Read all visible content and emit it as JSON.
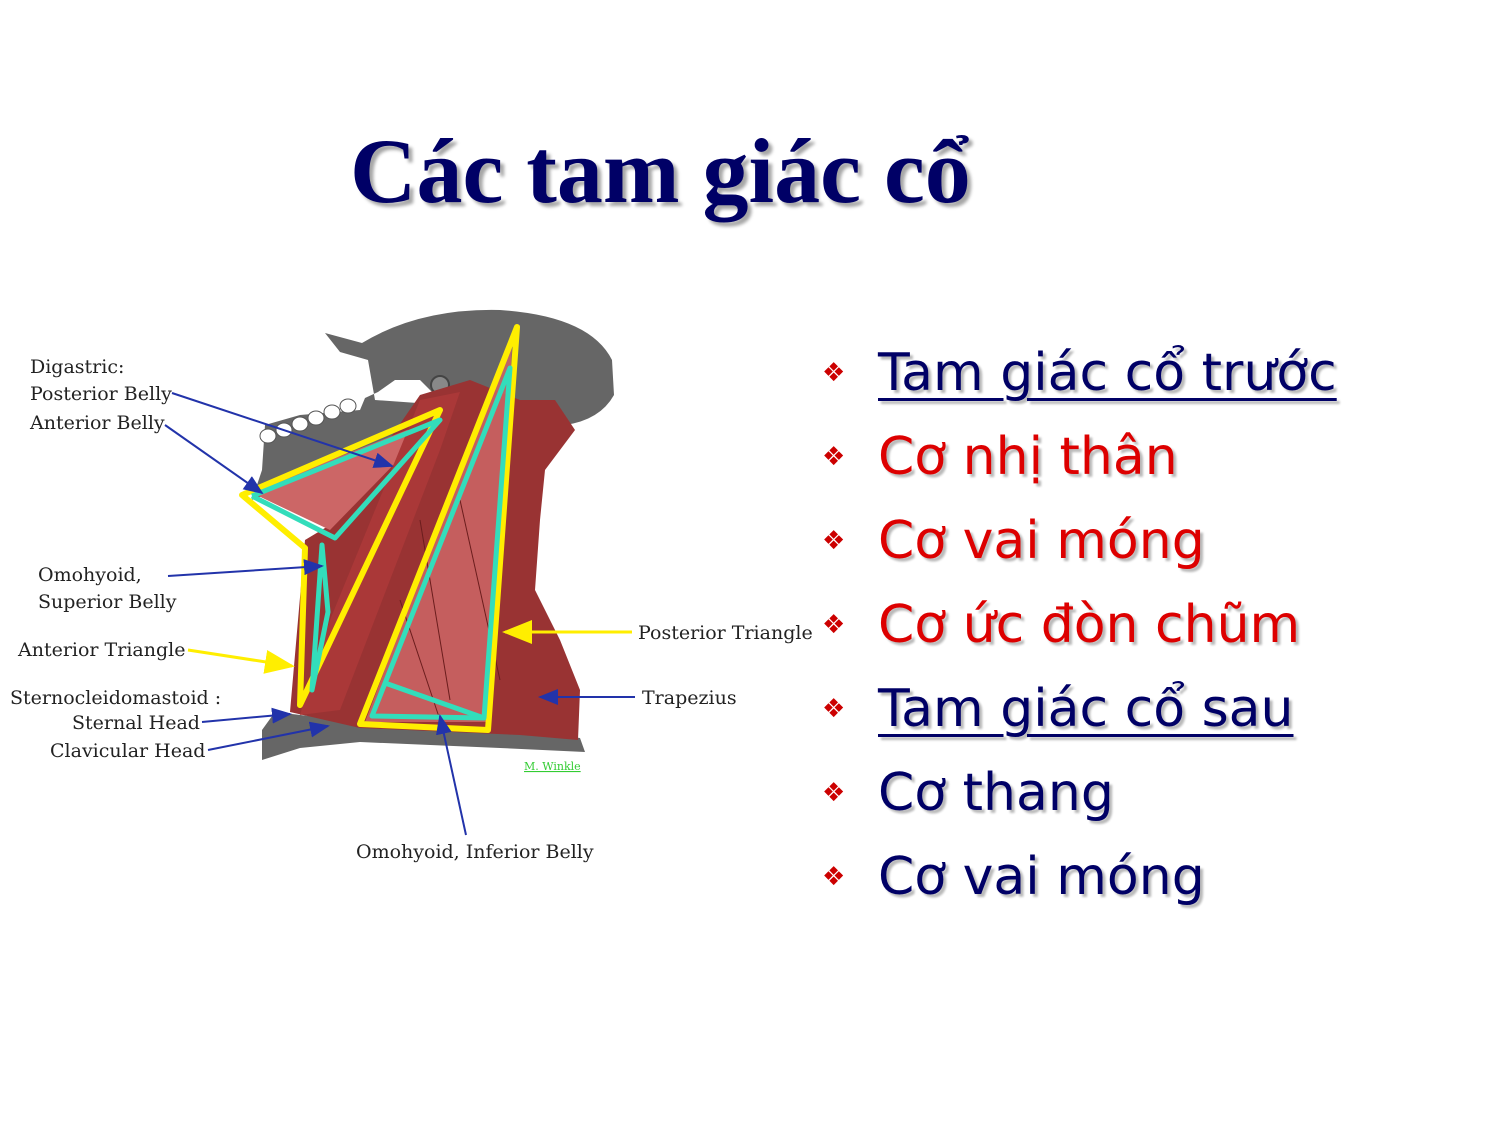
{
  "title": "Các tam giác cổ",
  "diagram": {
    "labels": {
      "digastric": "Digastric:",
      "posterior_belly": "Posterior Belly",
      "anterior_belly": "Anterior Belly",
      "omohyoid_superior_1": "Omohyoid,",
      "omohyoid_superior_2": "Superior Belly",
      "anterior_triangle": "Anterior Triangle",
      "scm": "Sternocleidomastoid :",
      "sternal_head": "Sternal Head",
      "clavicular_head": "Clavicular Head",
      "posterior_triangle": "Posterior Triangle",
      "trapezius": "Trapezius",
      "omohyoid_inferior": "Omohyoid, Inferior Belly",
      "signature": "M. Winkle"
    },
    "colors": {
      "bone": "#666666",
      "muscle_dark": "#993333",
      "muscle_light": "#cc6666",
      "outline_yellow": "#ffee00",
      "outline_cyan": "#33ddbb",
      "arrow_blue": "#2233aa",
      "arrow_yellow": "#ffee00"
    }
  },
  "bullets": [
    {
      "text": "Tam giác cổ trước",
      "style": "link"
    },
    {
      "text": "Cơ nhị thân",
      "style": "red"
    },
    {
      "text": "Cơ vai móng",
      "style": "red"
    },
    {
      "text": "Cơ ức đòn chũm",
      "style": "red"
    },
    {
      "text": "Tam giác cổ sau",
      "style": "link"
    },
    {
      "text": "Cơ thang",
      "style": "blue"
    },
    {
      "text": "Cơ vai móng",
      "style": "blue"
    }
  ],
  "bullet_icon": "diamond-bullet-icon",
  "colors": {
    "title": "#000066",
    "accent_red": "#dd0000",
    "bullet": "#cc0000"
  }
}
